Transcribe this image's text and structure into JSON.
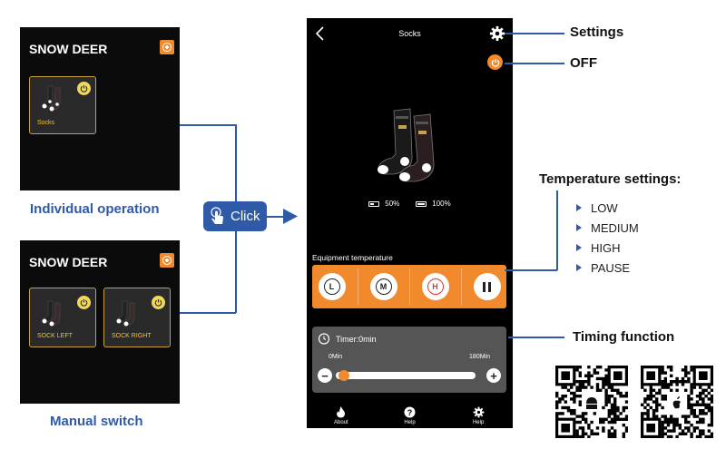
{
  "individual_panel": {
    "brand": "SNOW DEER",
    "device_label": "Socks",
    "caption": "Individual operation"
  },
  "manual_panel": {
    "brand": "SNOW DEER",
    "left_label": "SOCK LEFT",
    "right_label": "SOCK RIGHT",
    "caption": "Manual switch"
  },
  "click_label": "Click",
  "phone": {
    "title": "Socks",
    "battery_left": "50%",
    "battery_right": "100%",
    "equipment_label": "Equipment temperature",
    "temp_buttons": [
      "L",
      "M",
      "H"
    ],
    "timer_label": "Timer:0min",
    "timer_min": "0Min",
    "timer_max": "180Min",
    "timer_value_fraction": 0.0,
    "tabs": [
      "About",
      "Help",
      "Help"
    ]
  },
  "annotations": {
    "settings": "Settings",
    "off": "OFF",
    "temp_settings_title": "Temperature settings:",
    "temp_options": [
      "LOW",
      "MEDIUM",
      "HIGH",
      "PAUSE"
    ],
    "timing": "Timing function"
  },
  "colors": {
    "accent": "#f08a2c",
    "blue": "#2f5aa8",
    "card_border": "#c9a13a"
  },
  "icons": [
    "add-icon",
    "power-icon",
    "gear-icon",
    "back-chevron-icon",
    "touch-hand-icon",
    "alarm-icon",
    "fire-icon",
    "question-icon",
    "android-icon",
    "apple-icon"
  ]
}
